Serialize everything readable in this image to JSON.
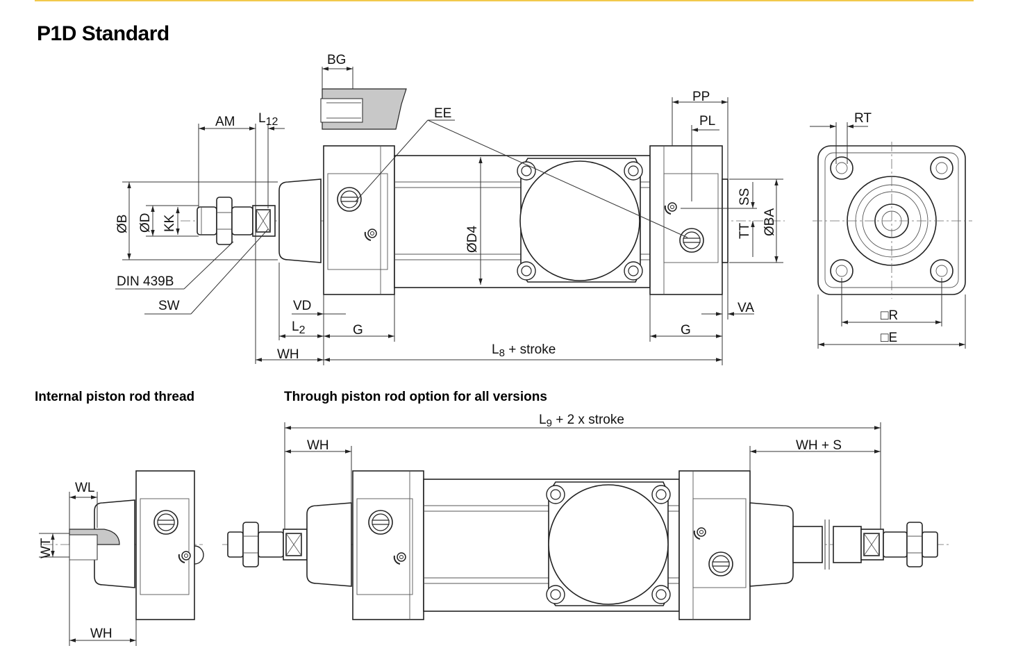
{
  "colors": {
    "accent_line": "#f2c94c",
    "ink": "#111111"
  },
  "title": "P1D Standard",
  "sections": {
    "internal": "Internal piston rod thread",
    "through": "Through piston rod option for all versions"
  },
  "labels": {
    "bg": "BG",
    "am": "AM",
    "l12_base": "L",
    "l12_sub": "12",
    "ee": "EE",
    "pp": "PP",
    "pl": "PL",
    "rt": "RT",
    "ob": "ØB",
    "od": "ØD",
    "kk": "KK",
    "od4": "ØD4",
    "ss": "SS",
    "tt": "TT",
    "oba": "ØBA",
    "din": "DIN 439B",
    "sw": "SW",
    "vd": "VD",
    "l2_base": "L",
    "l2_sub": "2",
    "g_left": "G",
    "g_right": "G",
    "va": "VA",
    "wh": "WH",
    "l8_base": "L",
    "l8_sub": "8",
    "l8_rest": " + stroke",
    "r": "□R",
    "e": "□E",
    "l9_base": "L",
    "l9_sub": "9",
    "l9_rest": " + 2 x stroke",
    "wh_through": "WH",
    "whs": "WH + S",
    "wl": "WL",
    "wt": "WT",
    "wh_internal": "WH"
  }
}
